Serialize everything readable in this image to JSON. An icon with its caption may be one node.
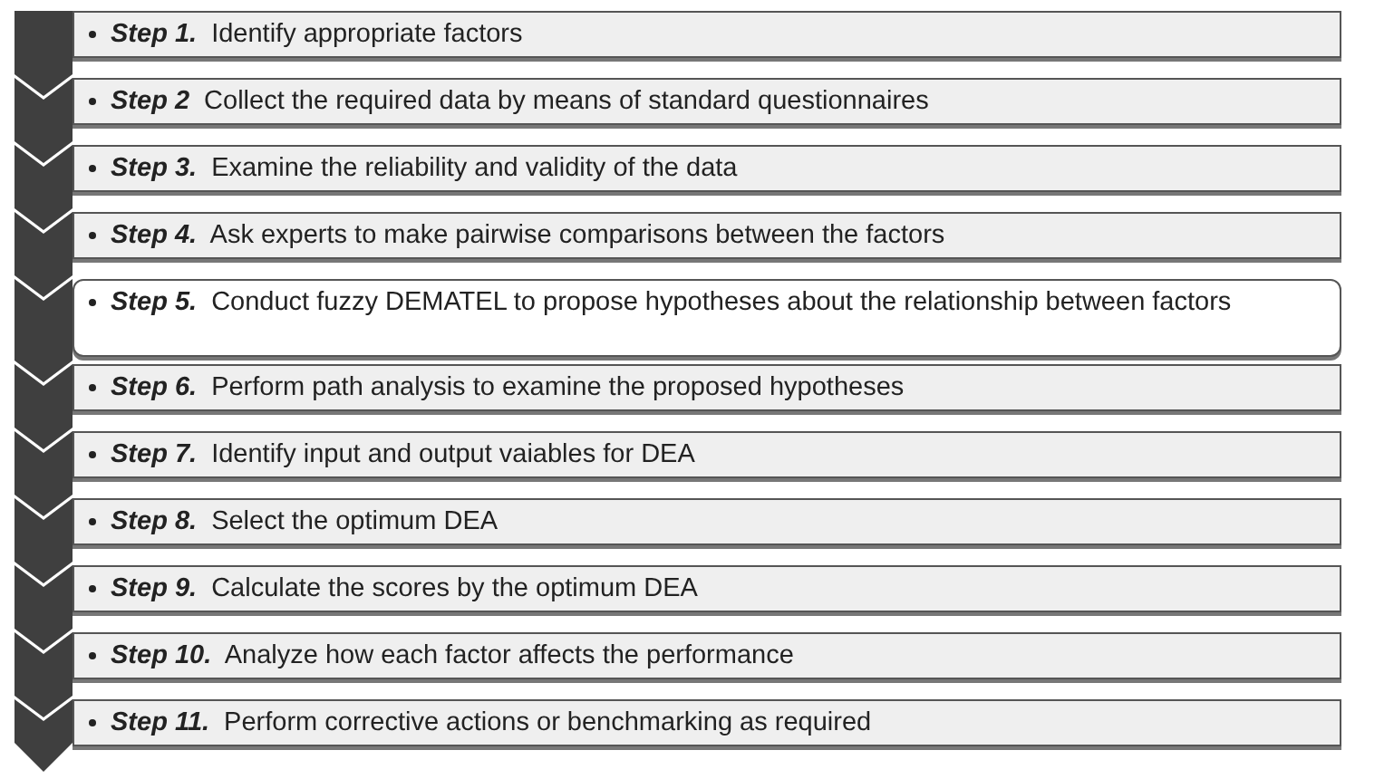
{
  "diagram": {
    "nodes": [
      {
        "text": [
          "**Step 1.** Identify appropriate factors"
        ]
      },
      {
        "text": [
          "**Step 2** Collect the required data by means of standard questionnaires"
        ]
      },
      {
        "text": [
          "**Step 3.** Examine the reliability and validity of the data"
        ]
      },
      {
        "text": [
          "**Step 4.** Ask experts to make pairwise comparisons between the factors"
        ]
      },
      {
        "text": [
          "**Step 5.** Conduct fuzzy DEMATEL to propose hypotheses about the relationship between factors"
        ]
      },
      {
        "text": [
          "**Step 6.** Perform path analysis to examine the proposed hypotheses"
        ]
      },
      {
        "text": [
          "**Step 7.** Identify input and output vaiables for DEA"
        ]
      },
      {
        "text": [
          "**Step 8.** Select the optimum DEA"
        ]
      },
      {
        "text": [
          "**Step 9.** Calculate the scores by the optimum DEA"
        ]
      },
      {
        "text": [
          "**Step 10.** Analyze how each factor affects the performance"
        ]
      },
      {
        "text": [
          "**Step 11.** Perform corrective actions or benchmarking as required"
        ]
      }
    ]
  }
}
